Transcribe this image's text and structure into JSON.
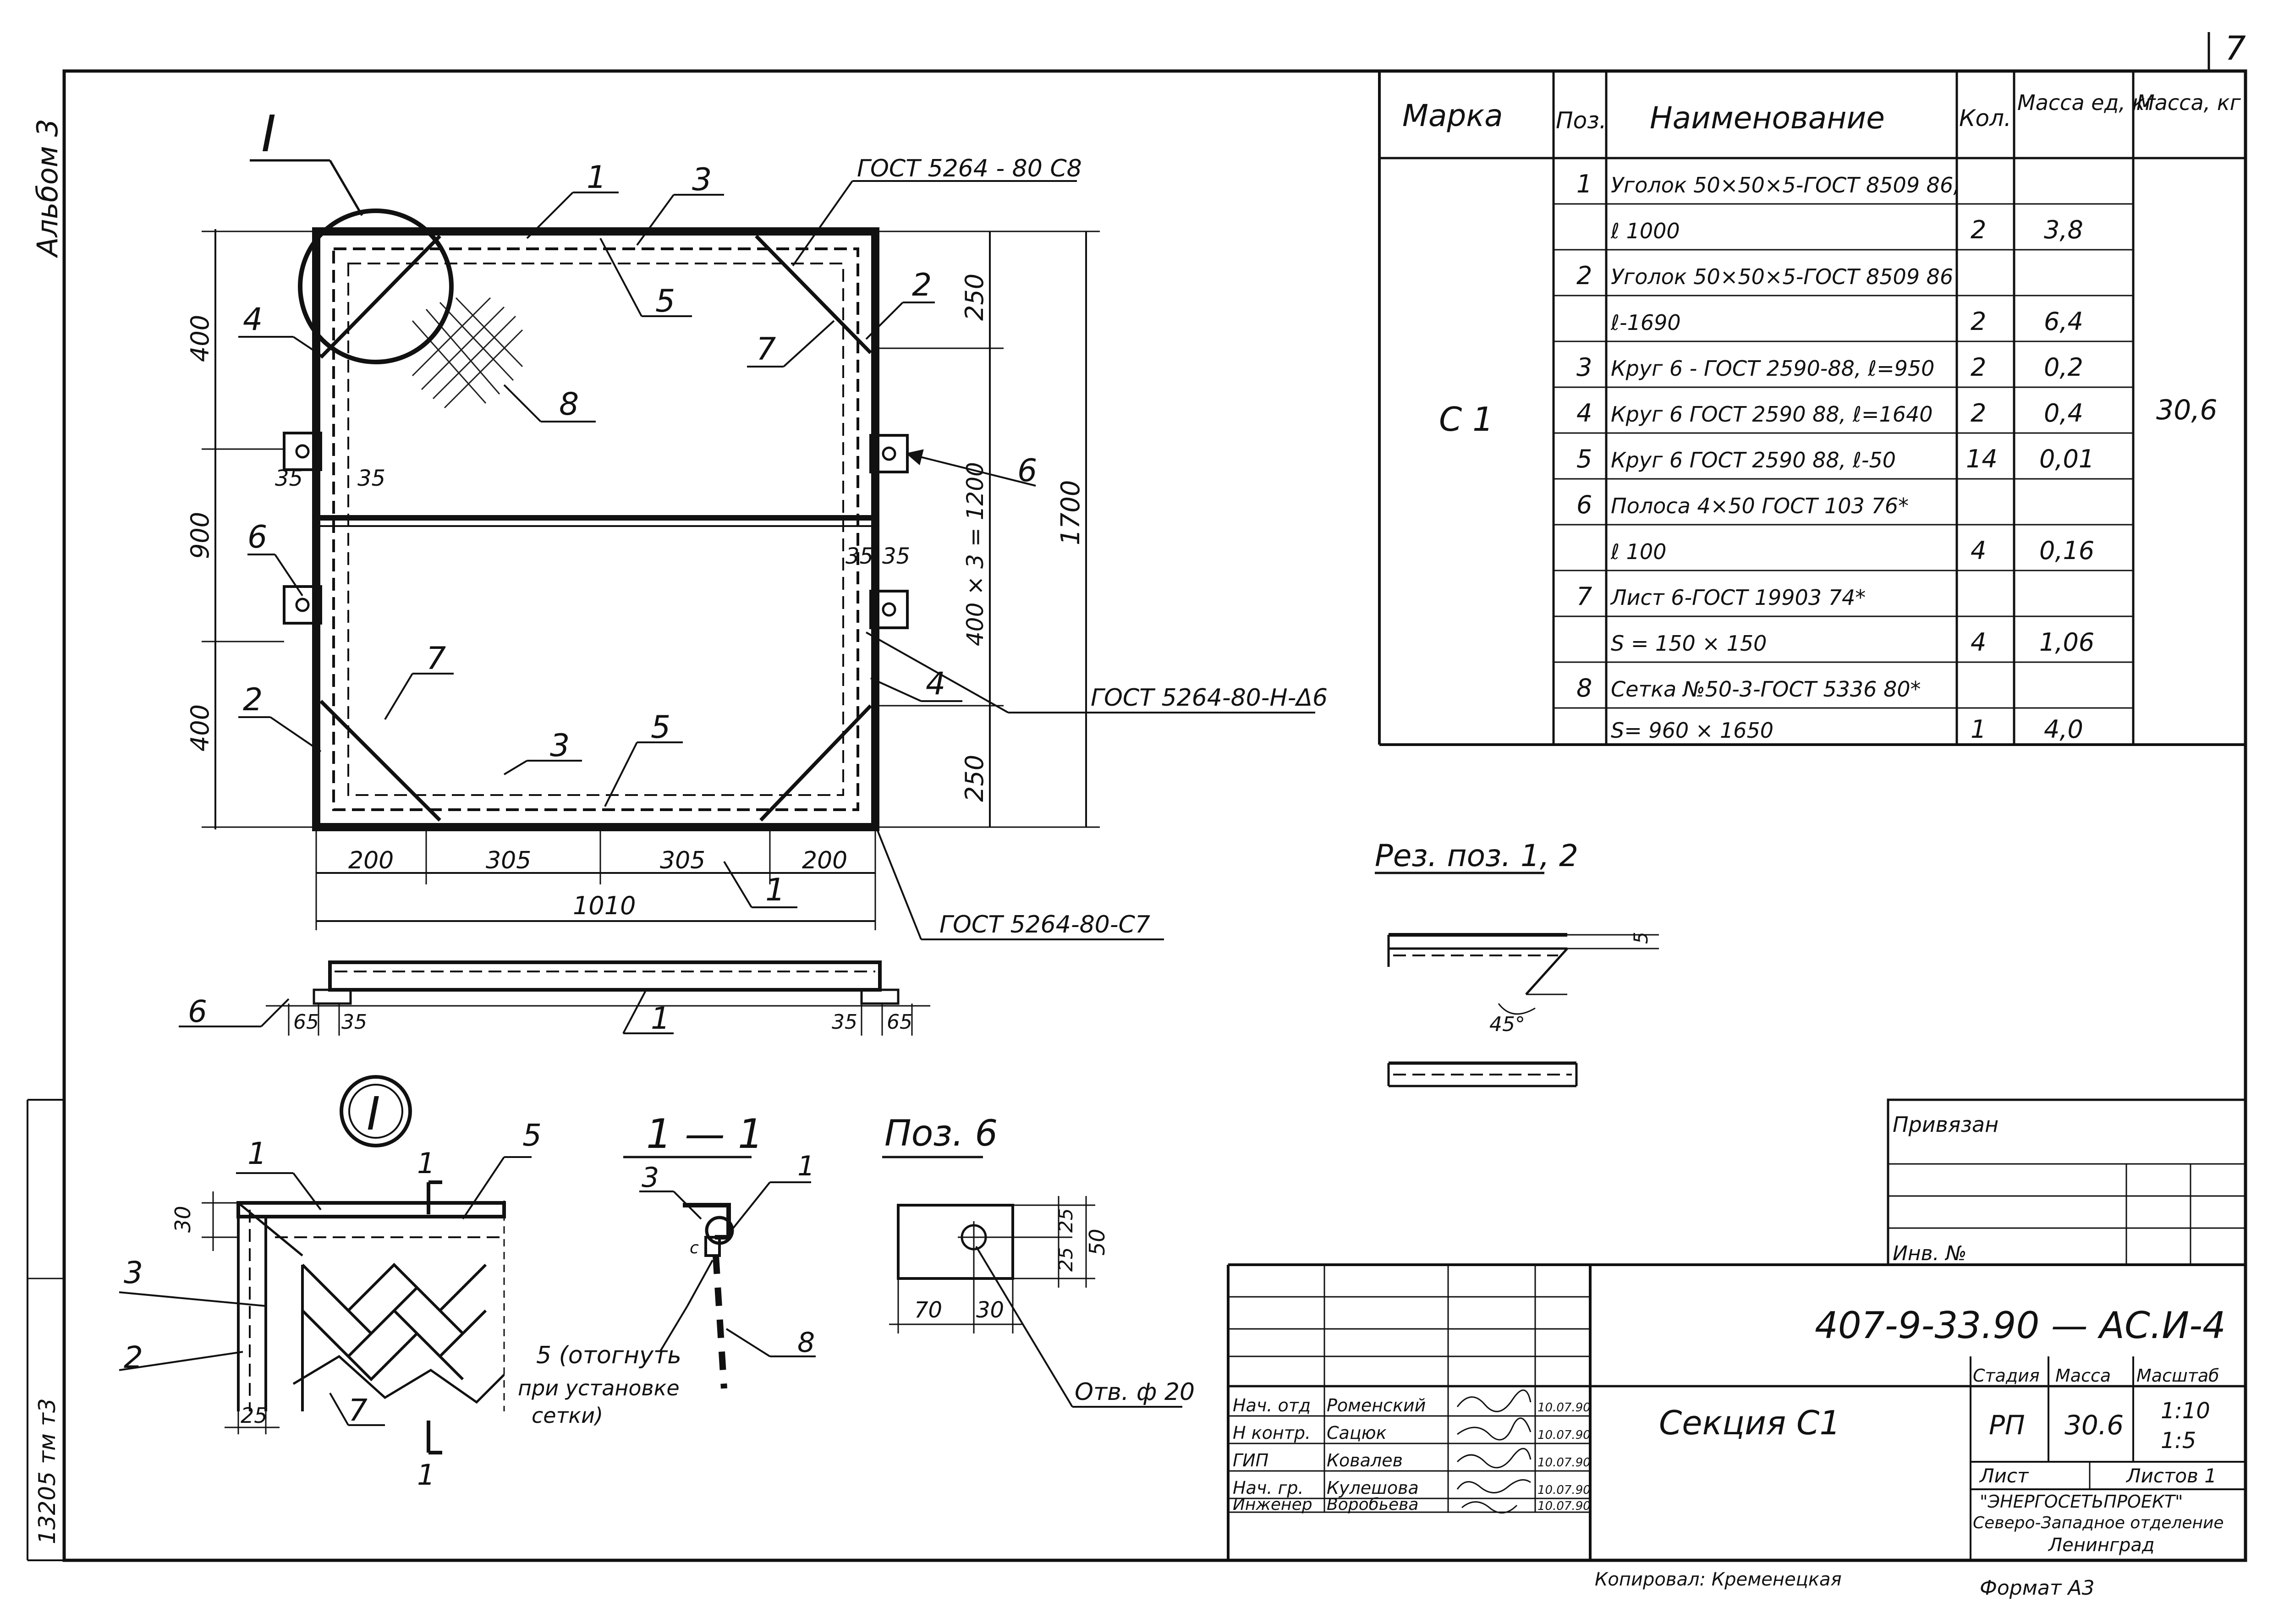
{
  "sheet_corner_number": "7",
  "side_labels": {
    "album": "Альбом 3",
    "archive_code": "13205 тм т3"
  },
  "spec_table": {
    "headers": {
      "mark": "Марка",
      "pos": "Поз.",
      "name": "Наименование",
      "qty": "Кол.",
      "mass_unit": "Масса ед, кг",
      "mass_total": "Масса, кг"
    },
    "mark": "С 1",
    "total_mass": "30,6",
    "rows": [
      {
        "pos": "1",
        "name": "Уголок 50×50×5-ГОСТ 8509 86,",
        "qty": "",
        "mass": ""
      },
      {
        "pos": "",
        "name": "ℓ 1000",
        "qty": "2",
        "mass": "3,8"
      },
      {
        "pos": "2",
        "name": "Уголок 50×50×5-ГОСТ 8509 86",
        "qty": "",
        "mass": ""
      },
      {
        "pos": "",
        "name": "ℓ-1690",
        "qty": "2",
        "mass": "6,4"
      },
      {
        "pos": "3",
        "name": "Круг 6 - ГОСТ 2590-88, ℓ=950",
        "qty": "2",
        "mass": "0,2"
      },
      {
        "pos": "4",
        "name": "Круг 6 ГОСТ 2590 88, ℓ=1640",
        "qty": "2",
        "mass": "0,4"
      },
      {
        "pos": "5",
        "name": "Круг 6 ГОСТ 2590 88, ℓ-50",
        "qty": "14",
        "mass": "0,01"
      },
      {
        "pos": "6",
        "name": "Полоса 4×50 ГОСТ 103 76*",
        "qty": "",
        "mass": ""
      },
      {
        "pos": "",
        "name": "ℓ 100",
        "qty": "4",
        "mass": "0,16"
      },
      {
        "pos": "7",
        "name": "Лист 6-ГОСТ 19903 74*",
        "qty": "",
        "mass": ""
      },
      {
        "pos": "",
        "name": "S = 150 × 150",
        "qty": "4",
        "mass": "1,06"
      },
      {
        "pos": "8",
        "name": "Сетка №50-3-ГОСТ 5336 80*",
        "qty": "",
        "mass": ""
      },
      {
        "pos": "",
        "name": "S= 960 × 1650",
        "qty": "1",
        "mass": "4,0"
      }
    ]
  },
  "main_view": {
    "node_callout": "I",
    "pos_labels": {
      "p1_top": "1",
      "p3_top": "3",
      "p5_top": "5",
      "p7_top": "7",
      "p2_right": "2",
      "p4_left": "4",
      "p8": "8",
      "p6_right": "6",
      "p6_left": "6",
      "p7_bottom": "7",
      "p3_bottom": "3",
      "p5_bottom": "5",
      "p2_left": "2",
      "p4_right": "4",
      "p1_bottom": "1"
    },
    "weld_labels": {
      "top": "ГОСТ 5264 - 80 С8",
      "right": "ГОСТ 5264-80-Н-Δ6",
      "bottom": "ГОСТ 5264-80-С7"
    },
    "dims": {
      "left_400_top": "400",
      "left_900": "900",
      "left_400_bottom": "400",
      "d35_a": "35",
      "d35_b": "35",
      "d35_c": "35",
      "d35_d": "35",
      "right_250_top": "250",
      "right_1200": "400 × 3 = 1200",
      "right_250_bottom": "250",
      "overall_h": "1700",
      "b200_left": "200",
      "b305_a": "305",
      "b305_b": "305",
      "b200_right": "200",
      "overall_w": "1010"
    }
  },
  "side_view": {
    "p6": "6",
    "p1": "1",
    "d65_l": "65",
    "d35_l": "35",
    "d35_r": "35",
    "d65_r": "65"
  },
  "node_detail": {
    "title": "I",
    "section_mark_top": "1",
    "section_mark_bottom": "1",
    "labels": {
      "p1": "1",
      "p5": "5",
      "p3": "3",
      "p2": "2",
      "p7": "7"
    },
    "dims": {
      "d30": "30",
      "d25": "25"
    }
  },
  "section_1_1": {
    "title": "1 — 1",
    "labels": {
      "p3": "3",
      "p1": "1",
      "p8": "8",
      "c": "c"
    },
    "note_line1": "5 (отогнуть",
    "note_line2": "при установке",
    "note_line3": "сетки)"
  },
  "pos6_detail": {
    "title": "Поз. 6",
    "dims": {
      "d25_top": "25",
      "d25_bottom": "25",
      "d50": "50",
      "d70": "70",
      "d30": "30"
    },
    "hole": "Отв. ф 20"
  },
  "cut_detail": {
    "title": "Рез. поз. 1, 2",
    "d5": "5",
    "angle": "45°"
  },
  "binding_block": {
    "title": "Привязан",
    "inv": "Инв. №"
  },
  "title_block": {
    "code": "407-9-33.90 — АС.И-4",
    "drawing_title": "Секция С1",
    "headers": {
      "stage": "Стадия",
      "mass": "Масса",
      "scale": "Масштаб"
    },
    "stage": "РП",
    "mass": "30.6",
    "scale1": "1:10",
    "scale2": "1:5",
    "sheet": "Лист",
    "sheets": "Листов 1",
    "org_line1": "\"ЭНЕРГОСЕТЬПРОЕКТ\"",
    "org_line2": "Северо-Западное отделение",
    "org_line3": "Ленинград",
    "signatures": [
      {
        "role": "Нач. отд",
        "name": "Роменский",
        "date": "10.07.90"
      },
      {
        "role": "Н контр.",
        "name": "Сацюк",
        "date": "10.07.90"
      },
      {
        "role": "ГИП",
        "name": "Ковалев",
        "date": "10.07.90"
      },
      {
        "role": "Нач. гр.",
        "name": "Кулешова",
        "date": "10.07.90"
      },
      {
        "role": "Инженер",
        "name": "Воробьева",
        "date": "10.07.90"
      }
    ]
  },
  "footer": {
    "copied": "Копировал: Кременецкая",
    "format": "Формат А3"
  }
}
